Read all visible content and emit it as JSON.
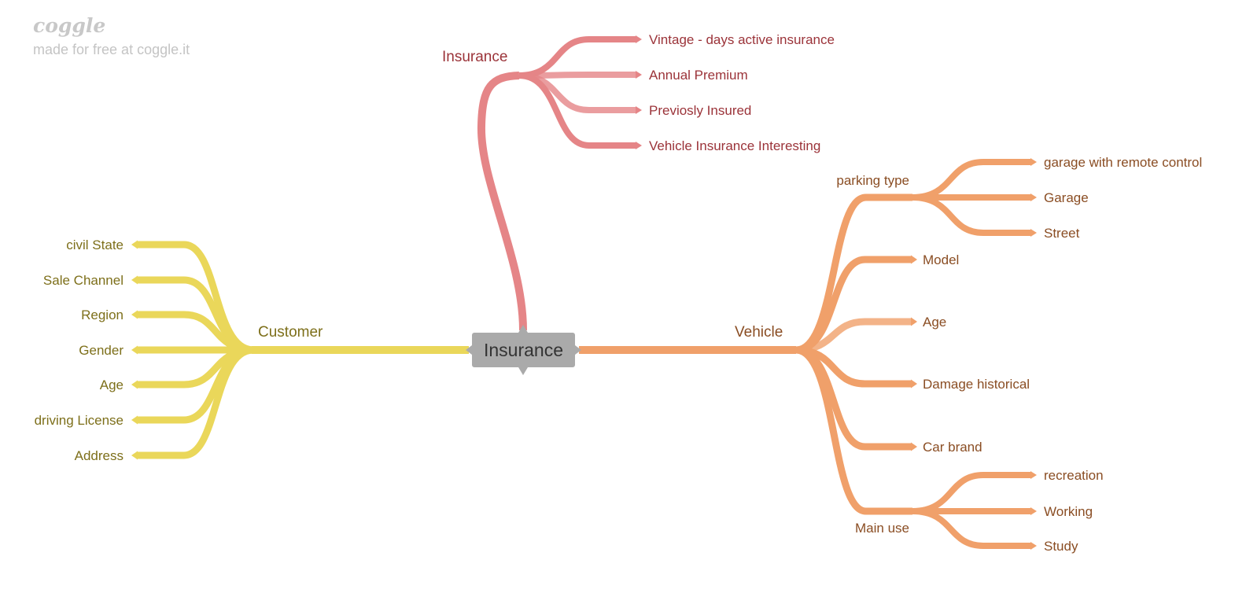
{
  "branding": {
    "logo": "coggle",
    "tagline": "made for free at coggle.it"
  },
  "colors": {
    "insurance": "#e58587",
    "insurance_text": "#9b3339",
    "vehicle": "#f0a06a",
    "vehicle_text": "#8a4d23",
    "customer": "#ead75a",
    "customer_text": "#7d6f1a",
    "center": "#aaaaaa",
    "center_text": "#333333"
  },
  "center": {
    "label": "Insurance"
  },
  "insurance": {
    "label": "Insurance",
    "children": [
      "Vintage - days active insurance",
      "Annual Premium",
      "Previosly Insured",
      "Vehicle Insurance Interesting"
    ]
  },
  "customer": {
    "label": "Customer",
    "children": [
      "civil State",
      "Sale Channel",
      "Region",
      "Gender",
      "Age",
      "driving License",
      "Address"
    ]
  },
  "vehicle": {
    "label": "Vehicle",
    "parking": {
      "label": "parking type",
      "children": [
        "garage with remote control",
        "Garage",
        "Street"
      ]
    },
    "children": [
      "Model",
      "Age",
      "Damage historical",
      "Car brand"
    ],
    "main_use": {
      "label": "Main use",
      "children": [
        "recreation",
        "Working",
        "Study"
      ]
    }
  }
}
